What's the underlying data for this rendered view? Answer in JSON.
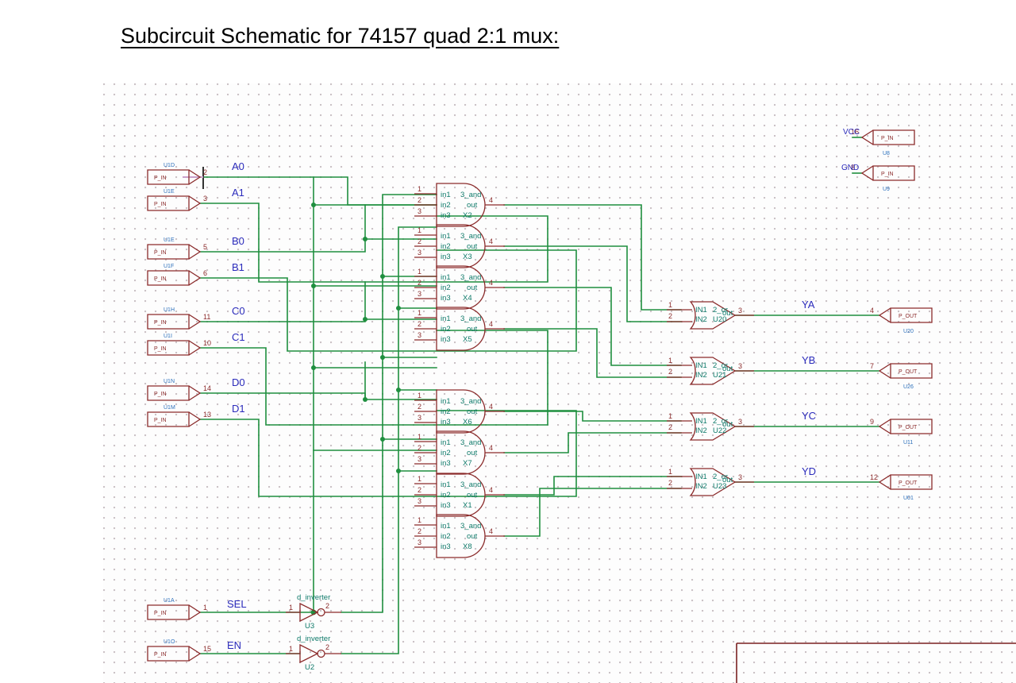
{
  "page": {
    "title": "Subcircuit Schematic for 74157 quad 2:1 mux:",
    "background": "#ffffff",
    "sheet_background": "#fdfdfd"
  },
  "colors": {
    "wire": "#1f8f3f",
    "symbol_outline": "#8b2b2b",
    "net_label": "#2b2bbb",
    "gate_text": "#0f7a6a",
    "refdes": "#2b6fbb",
    "pin_number": "#8b2b2b",
    "title_block": "#7a2020"
  },
  "input_ports": [
    {
      "ref": "U1D",
      "type": "P_IN",
      "pin": "2",
      "net": "A0"
    },
    {
      "ref": "U1E",
      "type": "P_IN",
      "pin": "3",
      "net": "A1"
    },
    {
      "ref": "U1E",
      "type": "P_IN",
      "pin": "5",
      "net": "B0"
    },
    {
      "ref": "U1F",
      "type": "P_IN",
      "pin": "6",
      "net": "B1"
    },
    {
      "ref": "U1H",
      "type": "P_IN",
      "pin": "11",
      "net": "C0"
    },
    {
      "ref": "U1I",
      "type": "P_IN",
      "pin": "10",
      "net": "C1"
    },
    {
      "ref": "U1N",
      "type": "P_IN",
      "pin": "14",
      "net": "D0"
    },
    {
      "ref": "U1M",
      "type": "P_IN",
      "pin": "13",
      "net": "D1"
    },
    {
      "ref": "U1A",
      "type": "P_IN",
      "pin": "1",
      "net": "SEL"
    },
    {
      "ref": "U1O",
      "type": "P_IN",
      "pin": "15",
      "net": "EN"
    }
  ],
  "output_ports": [
    {
      "ref": "U20",
      "type": "P_OUT",
      "pin": "4",
      "net": "YA"
    },
    {
      "ref": "U26",
      "type": "P_OUT",
      "pin": "7",
      "net": "YB"
    },
    {
      "ref": "U11",
      "type": "P_OUT",
      "pin": "9",
      "net": "YC"
    },
    {
      "ref": "U01",
      "type": "P_OUT",
      "pin": "12",
      "net": "YD"
    }
  ],
  "power_ports": [
    {
      "ref": "U8",
      "type": "P_IN",
      "pin": "16",
      "net": "VCC"
    },
    {
      "ref": "U9",
      "type": "P_IN",
      "pin": "8",
      "net": "GND"
    }
  ],
  "and_gates": [
    {
      "ref": "X2",
      "model": "3_and",
      "in1": "in1",
      "in2": "in2",
      "in3": "in3",
      "out": "out",
      "pins_in": [
        "1",
        "2",
        "3"
      ],
      "pin_out": "4"
    },
    {
      "ref": "X3",
      "model": "3_and",
      "in1": "in1",
      "in2": "in2",
      "in3": "in3",
      "out": "out",
      "pins_in": [
        "1",
        "2",
        "3"
      ],
      "pin_out": "4"
    },
    {
      "ref": "X4",
      "model": "3_and",
      "in1": "in1",
      "in2": "in2",
      "in3": "in3",
      "out": "out",
      "pins_in": [
        "1",
        "2",
        "3"
      ],
      "pin_out": "4"
    },
    {
      "ref": "X5",
      "model": "3_and",
      "in1": "in1",
      "in2": "in2",
      "in3": "in3",
      "out": "out",
      "pins_in": [
        "1",
        "2",
        "3"
      ],
      "pin_out": "4"
    },
    {
      "ref": "X6",
      "model": "3_and",
      "in1": "in1",
      "in2": "in2",
      "in3": "in3",
      "out": "out",
      "pins_in": [
        "1",
        "2",
        "3"
      ],
      "pin_out": "4"
    },
    {
      "ref": "X7",
      "model": "3_and",
      "in1": "in1",
      "in2": "in2",
      "in3": "in3",
      "out": "out",
      "pins_in": [
        "1",
        "2",
        "3"
      ],
      "pin_out": "4"
    },
    {
      "ref": "X1",
      "model": "3_and",
      "in1": "in1",
      "in2": "in2",
      "in3": "in3",
      "out": "out",
      "pins_in": [
        "1",
        "2",
        "3"
      ],
      "pin_out": "4"
    },
    {
      "ref": "X8",
      "model": "3_and",
      "in1": "in1",
      "in2": "in2",
      "in3": "in3",
      "out": "out",
      "pins_in": [
        "1",
        "2",
        "3"
      ],
      "pin_out": "4"
    }
  ],
  "or_gates": [
    {
      "ref": "U20",
      "model": "2_or",
      "in1": "IN1",
      "in2": "IN2",
      "out": "out",
      "pins_in": [
        "1",
        "2"
      ],
      "pin_out": "3",
      "net": "YA"
    },
    {
      "ref": "U21",
      "model": "2_or",
      "in1": "IN1",
      "in2": "IN2",
      "out": "out",
      "pins_in": [
        "1",
        "2"
      ],
      "pin_out": "3",
      "net": "YB"
    },
    {
      "ref": "U22",
      "model": "2_or",
      "in1": "IN1",
      "in2": "IN2",
      "out": "out",
      "pins_in": [
        "1",
        "2"
      ],
      "pin_out": "3",
      "net": "YC"
    },
    {
      "ref": "U23",
      "model": "2_or",
      "in1": "IN1",
      "in2": "IN2",
      "out": "out",
      "pins_in": [
        "1",
        "2"
      ],
      "pin_out": "3",
      "net": "YD"
    }
  ],
  "inverters": [
    {
      "ref": "U3",
      "model": "d_inverter",
      "pin_in": "1",
      "pin_out": "2",
      "source_net": "SEL"
    },
    {
      "ref": "U2",
      "model": "d_inverter",
      "pin_in": "1",
      "pin_out": "2",
      "source_net": "EN"
    }
  ]
}
